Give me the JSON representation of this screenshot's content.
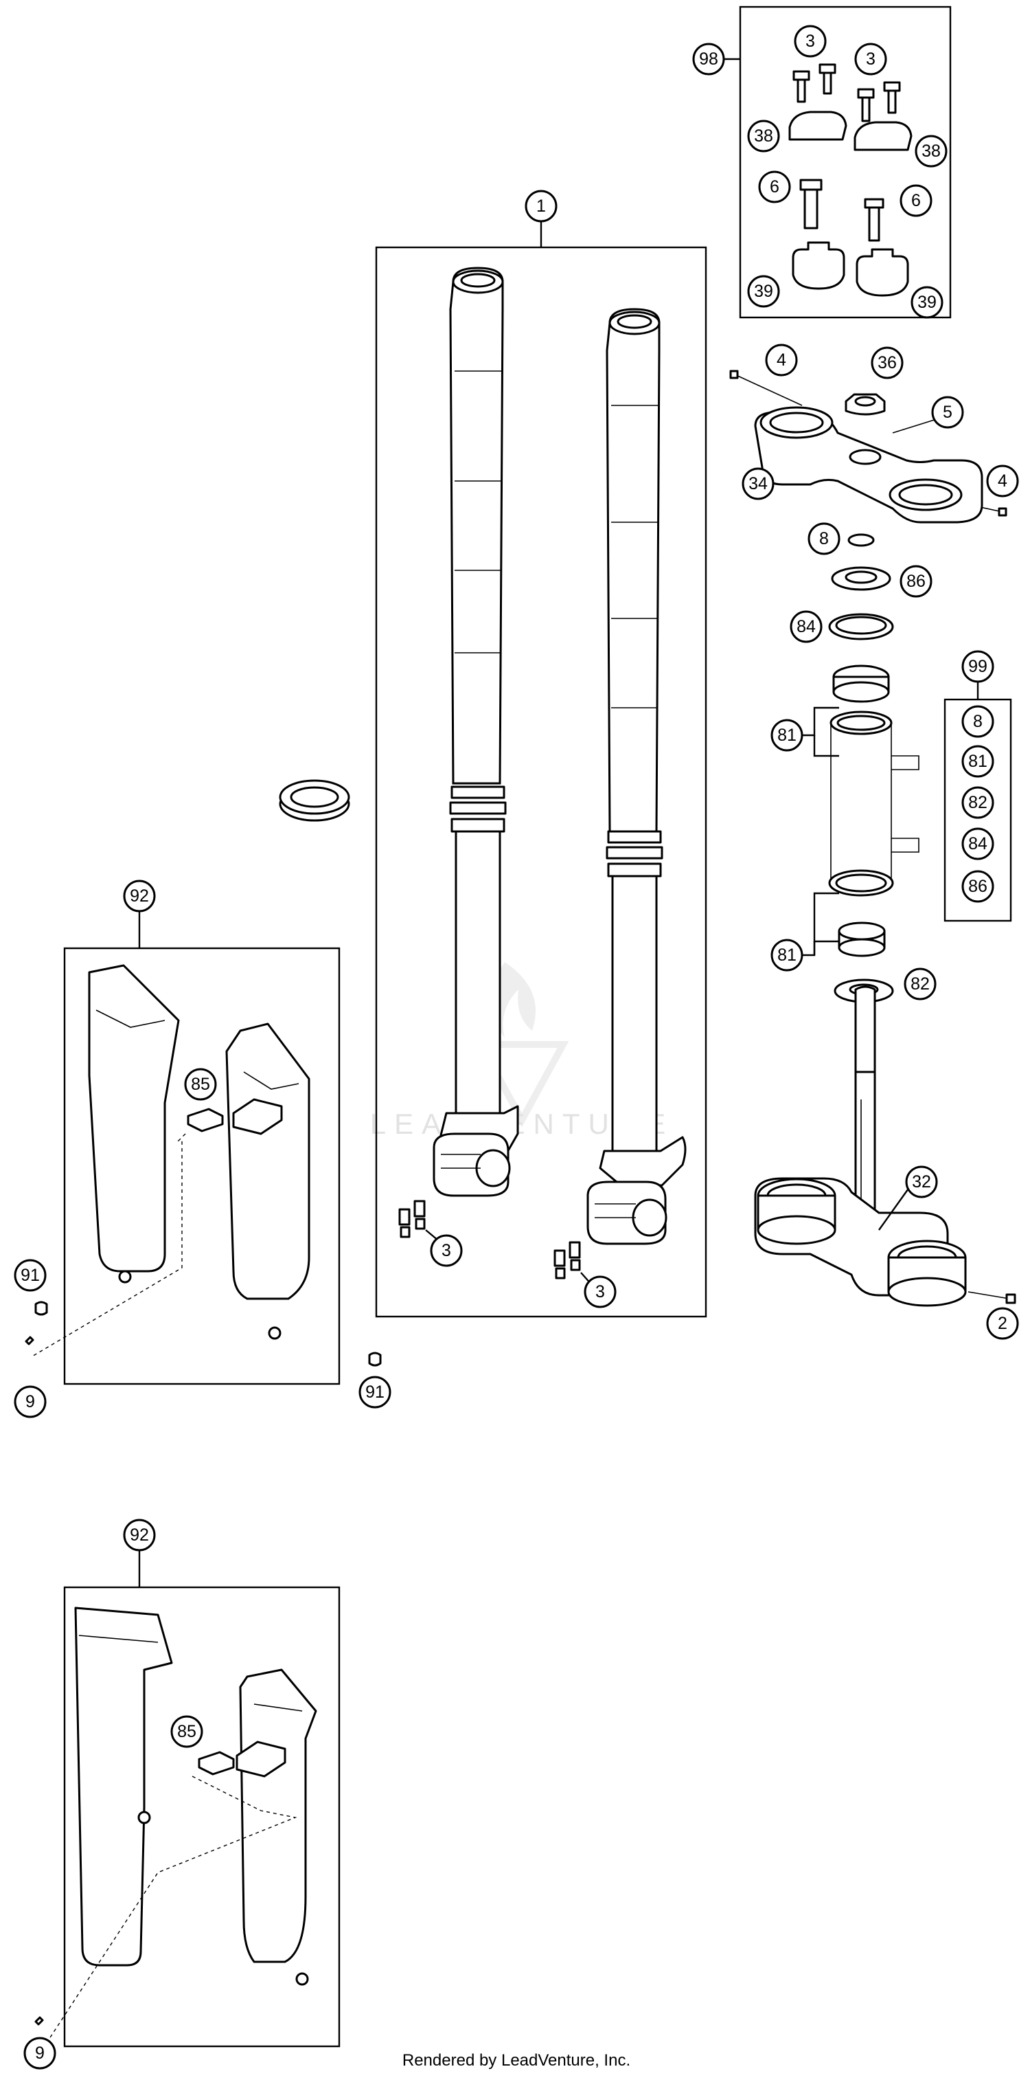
{
  "labels": {
    "fork_assembly": "1",
    "lower_bolt": "2",
    "screw_clamp_tl": "3",
    "screw_clamp_tr": "3",
    "screw_fork_left": "3",
    "screw_fork_right": "3",
    "bolt_upper_left": "4",
    "bolt_upper_right": "4",
    "bolt_upper_mid": "5",
    "screw_6_left": "6",
    "screw_6_right": "6",
    "washer_8": "8",
    "screw_9_top": "9",
    "screw_9_bottom": "9",
    "steering_stem": "32",
    "upper_triple_clamp": "34",
    "nut_36": "36",
    "clamp_38_left": "38",
    "clamp_38_right": "38",
    "clamp_39_left": "39",
    "clamp_39_right": "39",
    "bearing_81_top": "81",
    "bearing_81_bottom": "81",
    "seal_82": "82",
    "ring_84": "84",
    "guide_85_top": "85",
    "guide_85_bottom": "85",
    "ring_86": "86",
    "clip_91_left": "91",
    "clip_91_right": "91",
    "guard_kit_top": "92",
    "guard_kit_bottom": "92",
    "handlebar_kit": "98",
    "bearing_kit": "99"
  },
  "bearing_kit_items": [
    "8",
    "81",
    "82",
    "84",
    "86"
  ],
  "watermark": "LEADVENTURE",
  "footer": "Rendered by LeadVenture, Inc."
}
